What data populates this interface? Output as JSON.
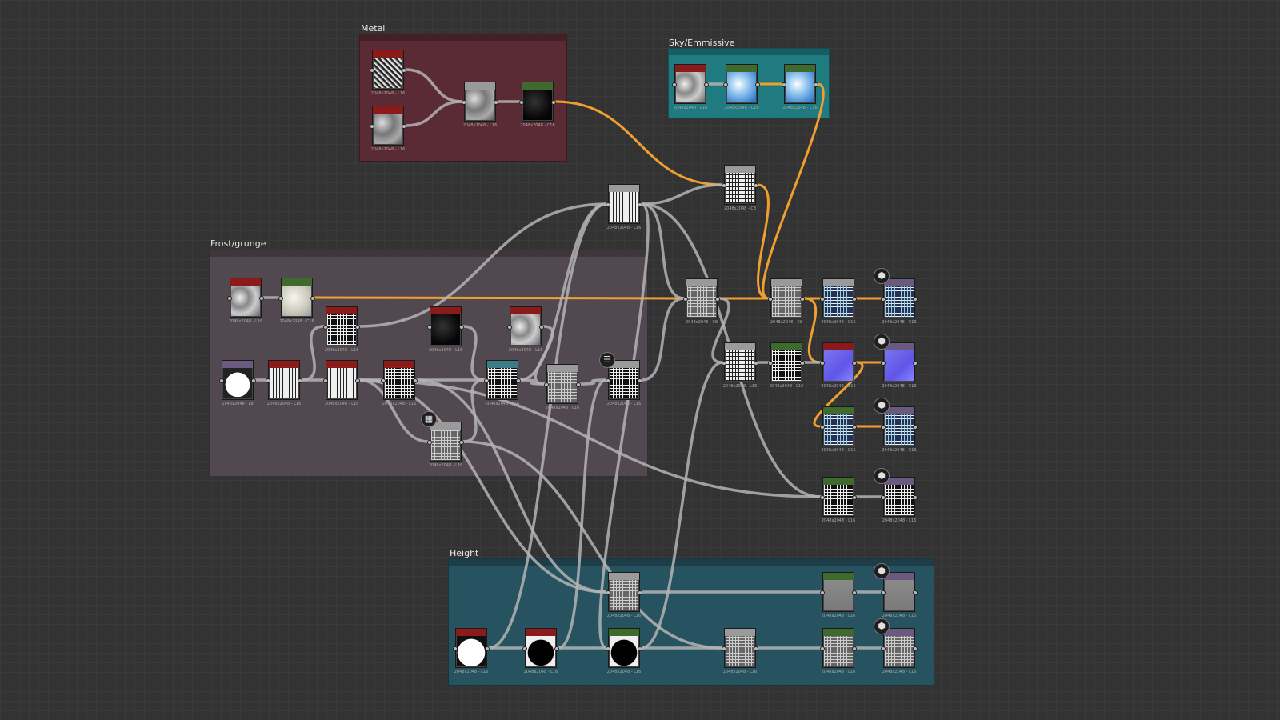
{
  "frames": [
    {
      "id": "metal",
      "title": "Metal",
      "color": "#5a2b35"
    },
    {
      "id": "sky",
      "title": "Sky/Emmissive",
      "color": "#1f7b80"
    },
    {
      "id": "frost",
      "title": "Frost/grunge",
      "color": "#524850"
    },
    {
      "id": "height",
      "title": "Height",
      "color": "#275360"
    }
  ],
  "colors": {
    "wire": "#b4b4b4",
    "wire_highlight": "#f0a030",
    "header_red": "#8b1a1a",
    "header_green": "#3f6a2e",
    "header_purple": "#6a5a80",
    "header_gray": "#9a9a9a"
  },
  "node_labels": {
    "L16": "2048x2048 - L16",
    "C16": "2048x2048 - C16",
    "C8": "2048x2048 - C8"
  },
  "icons": {
    "output": "cube-icon",
    "comment": "document-icon",
    "checker": "checker-icon"
  },
  "nodes": [
    {
      "id": "m1",
      "header": "red",
      "thumb": "noise",
      "label": "L16"
    },
    {
      "id": "m2",
      "header": "red",
      "thumb": "grunge",
      "label": "L16"
    },
    {
      "id": "m3",
      "header": "gray",
      "thumb": "grunge",
      "label": "L16"
    },
    {
      "id": "m4",
      "header": "green",
      "thumb": "dark",
      "label": "C16"
    },
    {
      "id": "s1",
      "header": "red",
      "thumb": "cloud",
      "label": "L16"
    },
    {
      "id": "s2",
      "header": "green",
      "thumb": "sky",
      "label": "C16"
    },
    {
      "id": "s3",
      "header": "green",
      "thumb": "sky",
      "label": "C16"
    },
    {
      "id": "f1",
      "header": "red",
      "thumb": "cloud",
      "label": "L16"
    },
    {
      "id": "f2",
      "header": "green",
      "thumb": "light",
      "label": "C16"
    },
    {
      "id": "f3",
      "header": "red",
      "thumb": "grid",
      "label": "L16"
    },
    {
      "id": "f4",
      "header": "red",
      "thumb": "dark",
      "label": "L16"
    },
    {
      "id": "f5",
      "header": "red",
      "thumb": "cloud",
      "label": "L16"
    },
    {
      "id": "f6",
      "header": "purple",
      "thumb": "round",
      "label": "L8"
    },
    {
      "id": "f7",
      "header": "red",
      "thumb": "gridw",
      "label": "L16"
    },
    {
      "id": "f8",
      "header": "red",
      "thumb": "gridw",
      "label": "L16"
    },
    {
      "id": "f9",
      "header": "red",
      "thumb": "grid",
      "label": "L16"
    },
    {
      "id": "f10",
      "header": "teal",
      "thumb": "grid",
      "label": "L16"
    },
    {
      "id": "f11",
      "header": "gray",
      "thumb": "gridg",
      "label": "L16"
    },
    {
      "id": "f12",
      "header": "gray",
      "thumb": "gridg",
      "label": "L16"
    },
    {
      "id": "f13",
      "header": "gray",
      "thumb": "grid",
      "label": "L16"
    },
    {
      "id": "c1",
      "header": "gray",
      "thumb": "gridw",
      "label": "L16"
    },
    {
      "id": "c2",
      "header": "gray",
      "thumb": "gridw",
      "label": "C8"
    },
    {
      "id": "c3",
      "header": "gray",
      "thumb": "gridg",
      "label": "C8"
    },
    {
      "id": "c4",
      "header": "gray",
      "thumb": "gridg",
      "label": "C8"
    },
    {
      "id": "c5",
      "header": "gray",
      "thumb": "gridw",
      "label": "L16"
    },
    {
      "id": "c6",
      "header": "green",
      "thumb": "grid",
      "label": "L16"
    },
    {
      "id": "r1",
      "header": "gray",
      "thumb": "gridblue",
      "label": "C16"
    },
    {
      "id": "r2",
      "header": "purple",
      "thumb": "gridblue",
      "label": "C16"
    },
    {
      "id": "r3",
      "header": "red",
      "thumb": "normal",
      "label": "C16"
    },
    {
      "id": "r4",
      "header": "purple",
      "thumb": "normal",
      "label": "C16"
    },
    {
      "id": "r5",
      "header": "green",
      "thumb": "gridblue",
      "label": "C16"
    },
    {
      "id": "r6",
      "header": "purple",
      "thumb": "gridblue",
      "label": "C16"
    },
    {
      "id": "r7",
      "header": "green",
      "thumb": "grid",
      "label": "L16"
    },
    {
      "id": "r8",
      "header": "purple",
      "thumb": "grid",
      "label": "L16"
    },
    {
      "id": "h1",
      "header": "gray",
      "thumb": "gridg",
      "label": "L16"
    },
    {
      "id": "h2",
      "header": "red",
      "thumb": "whiteblob",
      "label": "L16"
    },
    {
      "id": "h3",
      "header": "red",
      "thumb": "blackblob",
      "label": "L16"
    },
    {
      "id": "h4",
      "header": "green",
      "thumb": "blackblob",
      "label": "L16"
    },
    {
      "id": "h5",
      "header": "gray",
      "thumb": "gridg",
      "label": "L16"
    },
    {
      "id": "h6",
      "header": "green",
      "thumb": "flat",
      "label": "L16"
    },
    {
      "id": "h7",
      "header": "purple",
      "thumb": "flat",
      "label": "L16"
    },
    {
      "id": "h8",
      "header": "green",
      "thumb": "gridg",
      "label": "L16"
    },
    {
      "id": "h9",
      "header": "purple",
      "thumb": "gridg",
      "label": "L16"
    }
  ],
  "badges": [
    {
      "id": "b1",
      "icon": "cube"
    },
    {
      "id": "b2",
      "icon": "cube"
    },
    {
      "id": "b3",
      "icon": "cube"
    },
    {
      "id": "b4",
      "icon": "cube"
    },
    {
      "id": "b5",
      "icon": "cube"
    },
    {
      "id": "b6",
      "icon": "cube"
    },
    {
      "id": "b7",
      "icon": "doc"
    },
    {
      "id": "b8",
      "icon": "checker"
    }
  ]
}
